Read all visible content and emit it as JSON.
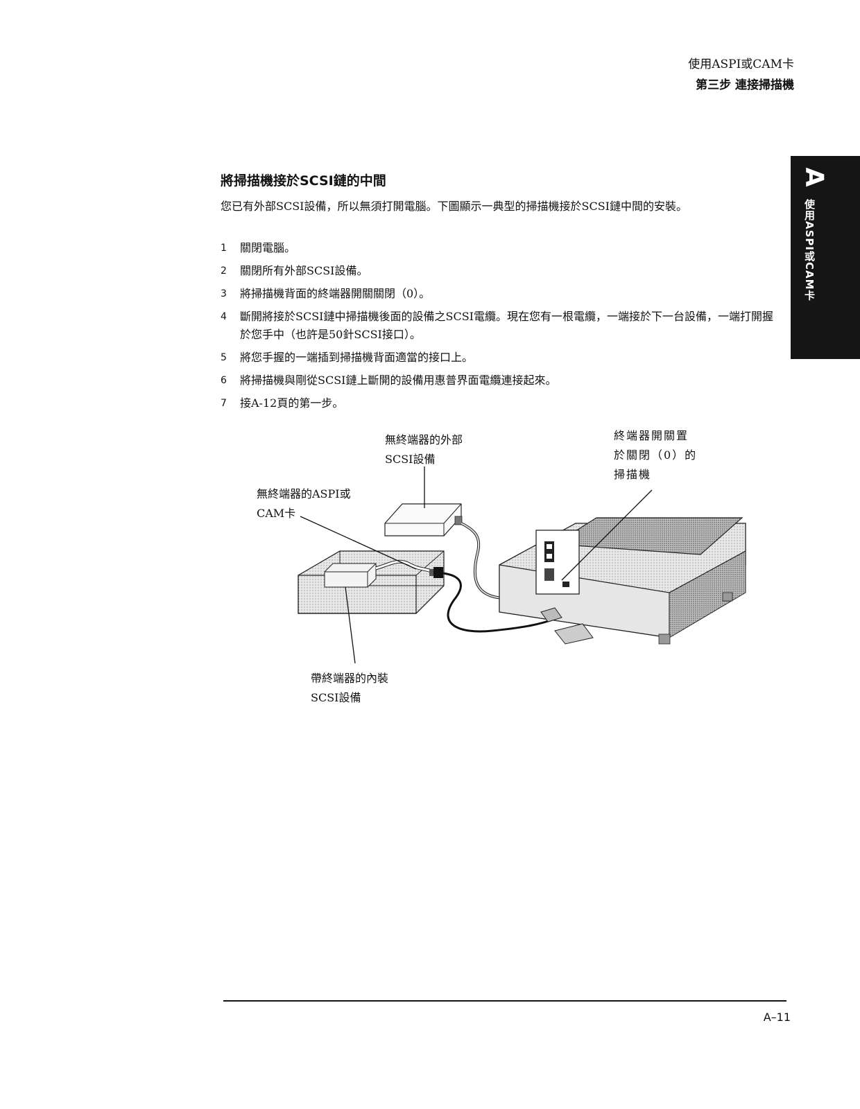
{
  "header": {
    "chapter": "使用ASPI或CAM卡",
    "step_title": "第三步  連接掃描機"
  },
  "side_tab": {
    "letter": "A",
    "label": "使用ASPI或CAM卡"
  },
  "section": {
    "heading": "將掃描機接於SCSI鏈的中間",
    "intro": "您已有外部SCSI設備，所以無須打開電腦。下圖顯示一典型的掃描機接於SCSI鏈中間的安裝。"
  },
  "steps": [
    {
      "num": "1",
      "text": "關閉電腦。"
    },
    {
      "num": "2",
      "text": "關閉所有外部SCSI設備。"
    },
    {
      "num": "3",
      "text": "將掃描機背面的終端器開關關閉（0）。"
    },
    {
      "num": "4",
      "text": "斷開將接於SCSI鏈中掃描機後面的設備之SCSI電纜。現在您有一根電纜，一端接於下一台設備，一端打開握於您手中（也許是50針SCSI接口）。"
    },
    {
      "num": "5",
      "text": "將您手握的一端插到掃描機背面適當的接口上。"
    },
    {
      "num": "6",
      "text": "將掃描機與剛從SCSI鏈上斷開的設備用惠普界面電纜連接起來。"
    },
    {
      "num": "7",
      "text": "接A-12頁的第一步。"
    }
  ],
  "diagram": {
    "callout_external": "無終端器的外部\nSCSI設備",
    "callout_terminator": "終端器開關置\n於關閉（0）的\n掃描機",
    "callout_card": "無終端器的ASPI或\nCAM卡",
    "callout_internal": "帶終端器的內裝\nSCSI設備"
  },
  "footer": {
    "page_number": "A–11"
  }
}
